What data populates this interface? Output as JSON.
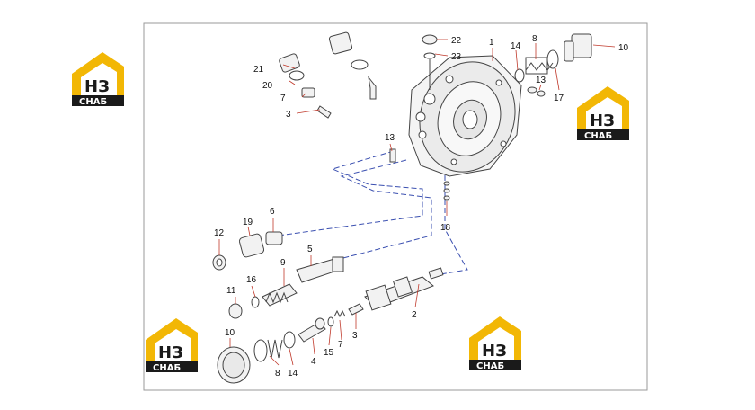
{
  "diagram": {
    "callouts": {
      "c1": "1",
      "c2": "2",
      "c3a": "3",
      "c3b": "3",
      "c4": "4",
      "c5": "5",
      "c6": "6",
      "c7a": "7",
      "c7b": "7",
      "c8a": "8",
      "c8b": "8",
      "c9": "9",
      "c10a": "10",
      "c10b": "10",
      "c11": "11",
      "c12": "12",
      "c13a": "13",
      "c13b": "13",
      "c14a": "14",
      "c14b": "14",
      "c15": "15",
      "c16": "16",
      "c17": "17",
      "c18": "18",
      "c19": "19",
      "c20": "20",
      "c21": "21",
      "c22": "22",
      "c23": "23"
    }
  },
  "logo": {
    "letters": "НЗ",
    "word": "СНАБ",
    "colors": {
      "yellow": "#f2b705",
      "dark": "#1a1a1a"
    }
  },
  "colors": {
    "frame": "#9a9a9a",
    "leader": "#c0392b",
    "dash": "#3a4fb0",
    "part": "#444444"
  }
}
